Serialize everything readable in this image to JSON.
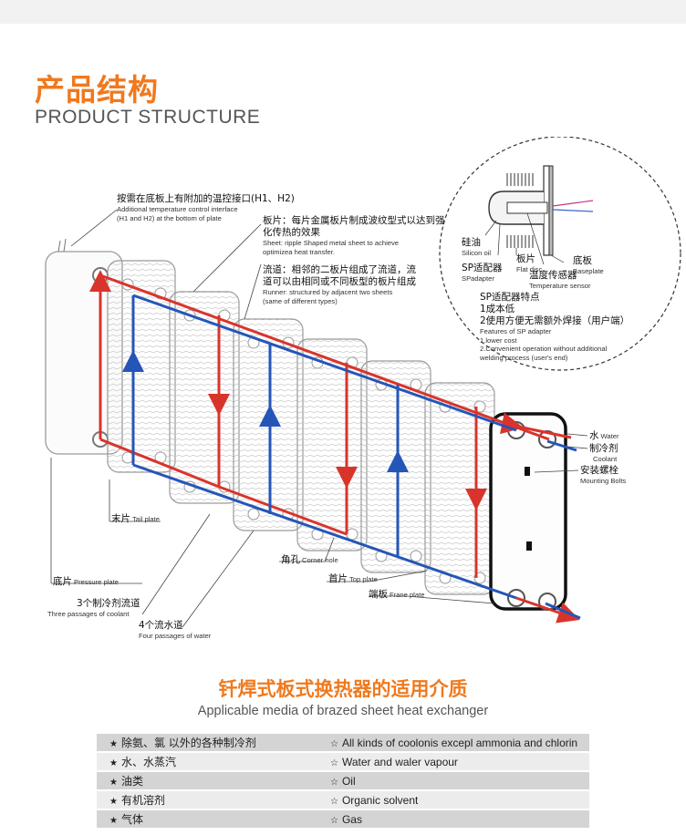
{
  "header": {
    "title_cn": "产品结构",
    "title_en": "PRODUCT STRUCTURE"
  },
  "diagram": {
    "callouts": {
      "temp_interface": {
        "cn": "按需在底板上有附加的温控接口(H1、H2)",
        "en1": "Additional temperature control interface",
        "en2": "(H1 and H2) at the bottom of plate"
      },
      "sheet": {
        "cn1": "板片：每片金属板片制成波纹型式以达到强",
        "cn2": "化传热的效果",
        "en1": "Sheet: ripple Shaped metal sheet to achieve",
        "en2": " optimizea heat transfer."
      },
      "runner": {
        "cn1": "流道：相邻的二板片组成了流道，流",
        "cn2": "道可以由相同或不同板型的板片组成",
        "en1": "Runner: structured by adjacent two sheets",
        "en2": "(same of different types)"
      },
      "silicon_oil": {
        "cn": "硅油",
        "en": "Silicon oil"
      },
      "sp_adapter": {
        "cn": "SP适配器",
        "en": "SPadapter"
      },
      "flat_disc": {
        "cn": "板片",
        "en": "Flat disc"
      },
      "temp_sensor": {
        "cn": "温度传感器",
        "en": "Temperature sensor"
      },
      "baseplate": {
        "cn": "底板",
        "en": "Baseplate"
      },
      "sp_features": {
        "cn_title": "SP适配器特点",
        "cn1": "1成本低",
        "cn2": "2使用方便无需额外焊接（用户端）",
        "en_title": "Features of SP adapter",
        "en1": "1.lower cost",
        "en2": "2.Convenient operation without additional",
        "en3": "welding process (user's end)"
      },
      "water": {
        "cn": "水",
        "en": "Water"
      },
      "coolant": {
        "cn": "制冷剂",
        "en": "Coolant"
      },
      "mounting_bolts": {
        "cn": "安装螺栓",
        "en": "Mounting Bolts"
      },
      "tail_plate": {
        "cn": "末片",
        "en": "Tail plate"
      },
      "corner_hole": {
        "cn": "角孔",
        "en": "Corner hole"
      },
      "top_plate": {
        "cn": "首片",
        "en": "Top plate"
      },
      "frane_plate": {
        "cn": "端板",
        "en": "Frane plate"
      },
      "pressure_plate": {
        "cn": "底片",
        "en": "Pressure plate"
      },
      "coolant_passages": {
        "cn": "3个制冷剂流道",
        "en": "Three passages of coolant"
      },
      "water_passages": {
        "cn": "4个流水道",
        "en": "Four passages of water"
      }
    },
    "colors": {
      "coolant_line": "#d9342b",
      "water_line": "#2456b8",
      "plate_outline": "#9a9a9a",
      "frame": "#111111"
    }
  },
  "media": {
    "title_cn": "钎焊式板式换热器的适用介质",
    "title_en": "Applicable media of brazed sheet heat exchanger",
    "rows": [
      {
        "cn": "除氨、氯 以外的各种制冷剂",
        "en": "All kinds of coolonis excepl ammonia and chlorin"
      },
      {
        "cn": "水、水蒸汽",
        "en": "Water and waler vapour"
      },
      {
        "cn": "油类",
        "en": "Oil"
      },
      {
        "cn": "有机溶剂",
        "en": "Organic solvent"
      },
      {
        "cn": "气体",
        "en": "Gas"
      }
    ]
  }
}
